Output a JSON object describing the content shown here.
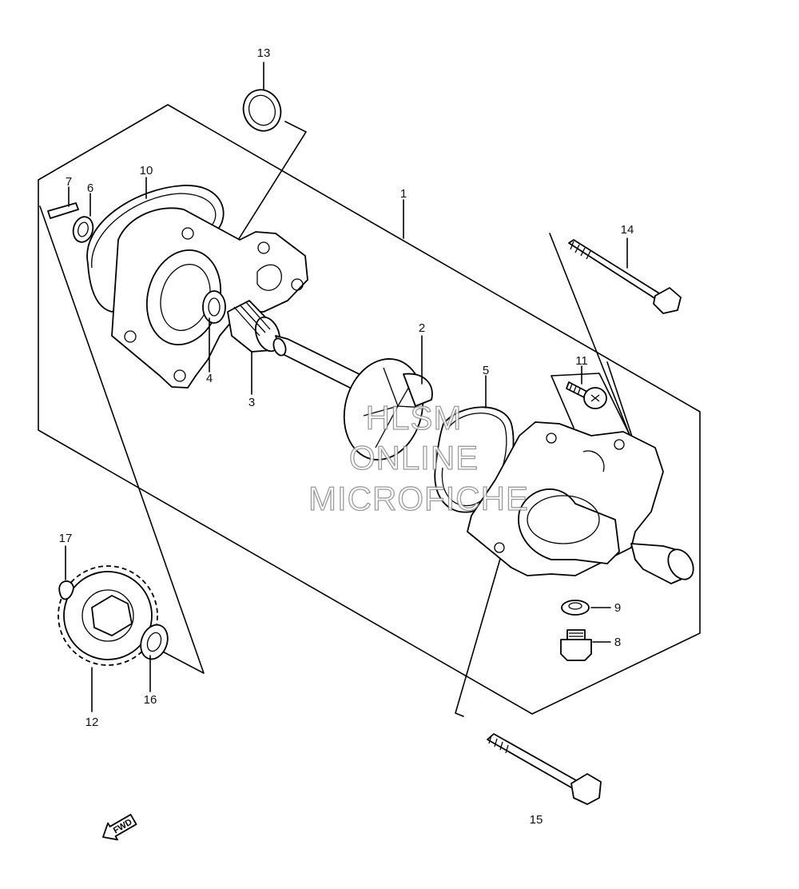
{
  "callouts": {
    "c1": "1",
    "c2": "2",
    "c3": "3",
    "c4": "4",
    "c5": "5",
    "c6": "6",
    "c7": "7",
    "c8": "8",
    "c9": "9",
    "c10": "10",
    "c11": "11",
    "c12": "12",
    "c13": "13",
    "c14": "14",
    "c15": "15",
    "c16": "16",
    "c17": "17"
  },
  "watermark": {
    "line1": "HLSM",
    "line2": "ONLINE",
    "line3": "MICROFICHE"
  },
  "direction_arrow": {
    "label": "FWD"
  }
}
